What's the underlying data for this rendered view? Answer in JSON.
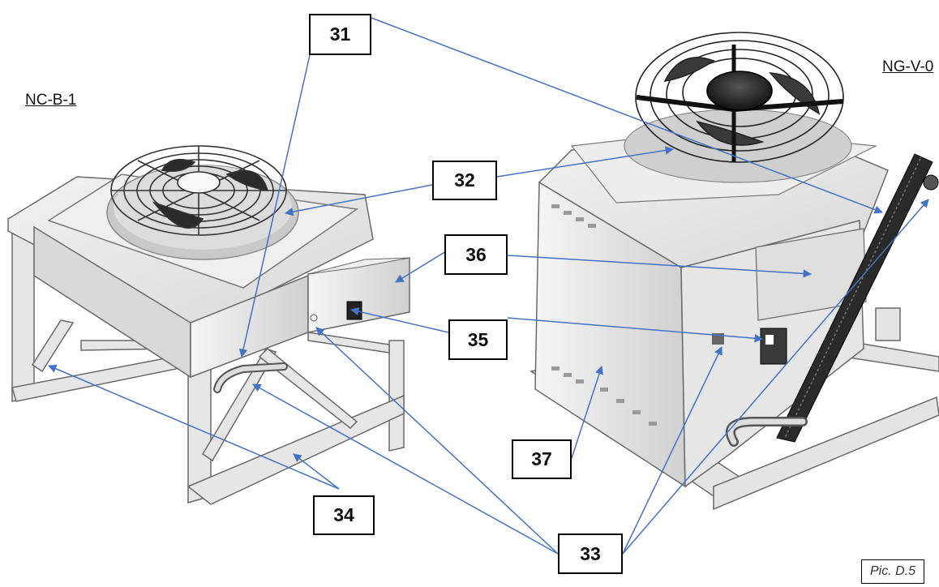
{
  "labels": {
    "left_model": "NC-B-1",
    "right_model": "NG-V-0",
    "picture_id": "Pic. D.5"
  },
  "callouts": {
    "c31": "31",
    "c32": "32",
    "c33": "33",
    "c34": "34",
    "c35": "35",
    "c36": "36",
    "c37": "37"
  },
  "colors": {
    "leader_line": "#4472c4",
    "callout_border": "#000000",
    "machine_body": "#e3e3e3",
    "machine_shadow": "#bdbdbd",
    "machine_outline": "#6a6a6a",
    "fan_guard": "#333333",
    "coil": "#2a2a2a"
  }
}
